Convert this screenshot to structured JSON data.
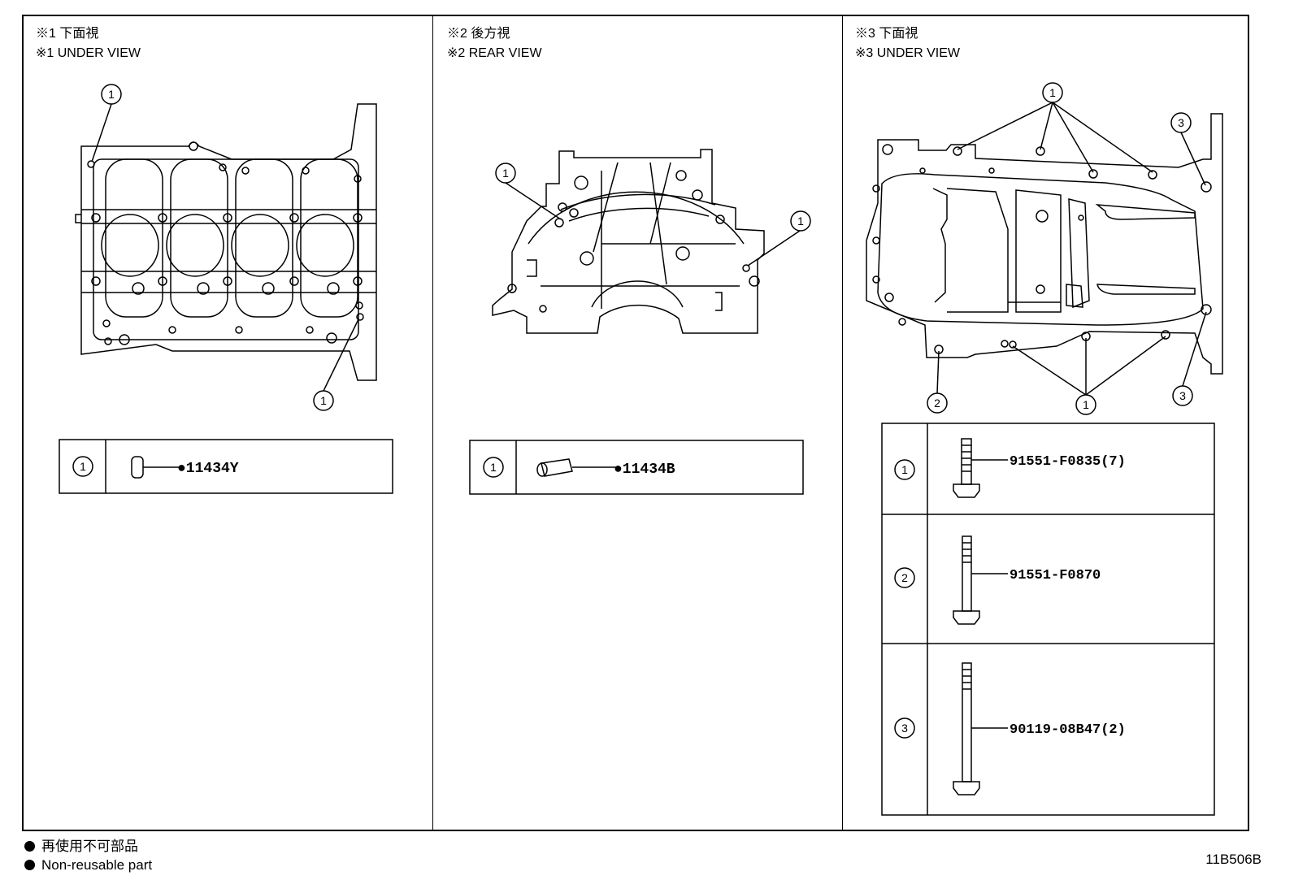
{
  "panels": [
    {
      "title_jp": "※1 下面視",
      "title_en": "※1 UNDER VIEW",
      "callouts": [
        "1",
        "1"
      ],
      "parts": [
        {
          "ref": "1",
          "number": "●11434Y"
        }
      ]
    },
    {
      "title_jp": "※2 後方視",
      "title_en": "※2 REAR VIEW",
      "callouts": [
        "1",
        "1"
      ],
      "parts": [
        {
          "ref": "1",
          "number": "●11434B"
        }
      ]
    },
    {
      "title_jp": "※3 下面視",
      "title_en": "※3 UNDER VIEW",
      "callouts": [
        "1",
        "3",
        "2",
        "1",
        "3"
      ],
      "parts": [
        {
          "ref": "1",
          "number": "91551-F0835(7)"
        },
        {
          "ref": "2",
          "number": "91551-F0870"
        },
        {
          "ref": "3",
          "number": "90119-08B47(2)"
        }
      ]
    }
  ],
  "legend": {
    "jp": "再使用不可部品",
    "en": "Non-reusable part"
  },
  "drawing_code": "11B506B"
}
